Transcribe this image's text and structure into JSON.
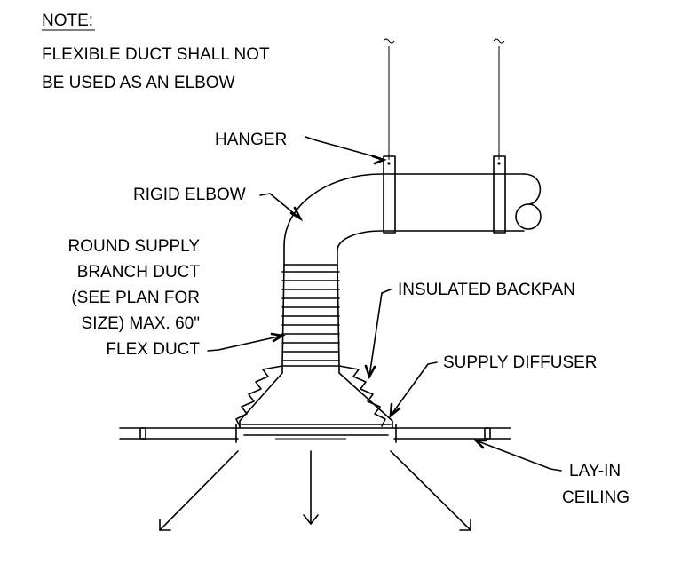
{
  "note": {
    "heading": "NOTE:",
    "line1": "FLEXIBLE DUCT SHALL NOT",
    "line2": "BE USED AS AN ELBOW"
  },
  "labels": {
    "hanger": "HANGER",
    "rigid_elbow": "RIGID ELBOW",
    "branch_duct": [
      "ROUND SUPPLY",
      "BRANCH DUCT",
      "(SEE PLAN FOR",
      "SIZE) MAX. 60\"",
      "FLEX DUCT"
    ],
    "insulated_backpan": "INSULATED BACKPAN",
    "supply_diffuser": "SUPPLY DIFFUSER",
    "ceiling": [
      "LAY-IN",
      "CEILING"
    ]
  }
}
